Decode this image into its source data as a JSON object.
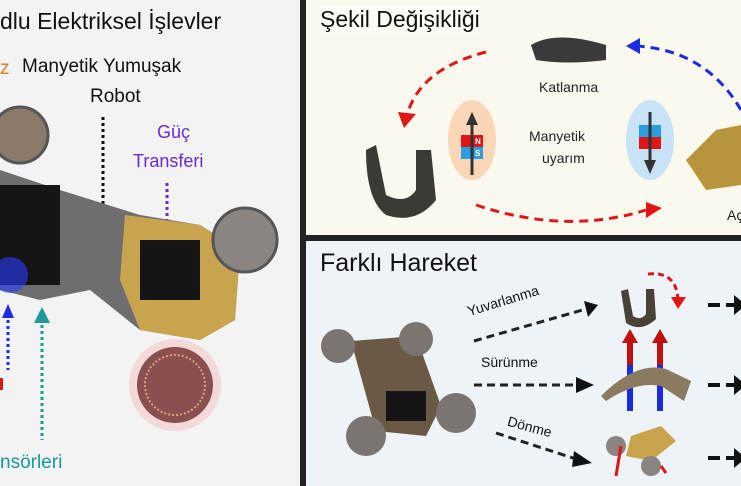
{
  "left": {
    "title": "dlu Elektriksel İşlevler",
    "orange_fragment": "z",
    "robot_label_1": "Manyetik Yumuşak",
    "robot_label_2": "Robot",
    "power_1": "Güç",
    "power_2": "Transferi",
    "sensors": "nsörleri"
  },
  "shape_change": {
    "title": "Şekil Değişikliği",
    "folding": "Katlanma",
    "excitation_1": "Manyetik",
    "excitation_2": "uyarım",
    "opening": "Aç",
    "magnet_n": "N",
    "magnet_s": "S"
  },
  "motion": {
    "title": "Farklı Hareket",
    "rolling": "Yuvarlanma",
    "crawling": "Sürünme",
    "turning": "Dönme"
  },
  "colors": {
    "purple": "#6a2bd0",
    "teal": "#1a9a9a",
    "red": "#e01515",
    "blue": "#1a2be0",
    "orange": "#e07a2a"
  }
}
